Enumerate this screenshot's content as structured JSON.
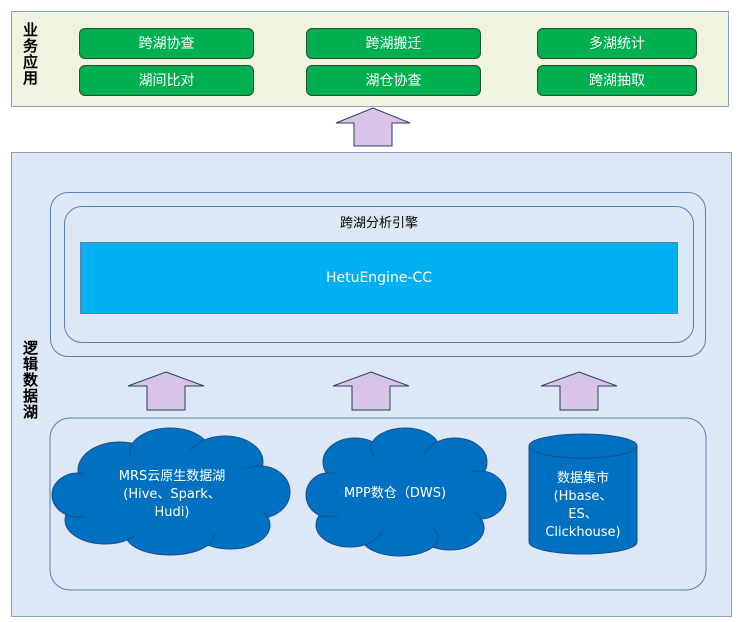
{
  "top_section": {
    "label": "业务应用",
    "buttons": [
      {
        "label": "跨湖协查"
      },
      {
        "label": "湖间比对"
      },
      {
        "label": "跨湖搬迁"
      },
      {
        "label": "湖仓协查"
      },
      {
        "label": "多湖统计"
      },
      {
        "label": "跨湖抽取"
      }
    ],
    "button_color": "#00b050"
  },
  "bottom_section": {
    "label": "逻辑数据湖",
    "engine": {
      "title": "跨湖分析引擎",
      "name": "HetuEngine-CC",
      "color": "#00b0f0"
    },
    "sources": [
      {
        "type": "cloud",
        "lines": [
          "MRS云原生数据湖",
          "(Hive、Spark、",
          "Hudi)"
        ]
      },
      {
        "type": "cloud",
        "lines": [
          "MPP数仓（DWS)"
        ]
      },
      {
        "type": "cylinder",
        "lines": [
          "数据集市",
          "(Hbase、",
          "ES、",
          "Clickhouse)"
        ]
      }
    ],
    "source_color": "#0070c0"
  },
  "arrow_color": "#d9c3e6"
}
